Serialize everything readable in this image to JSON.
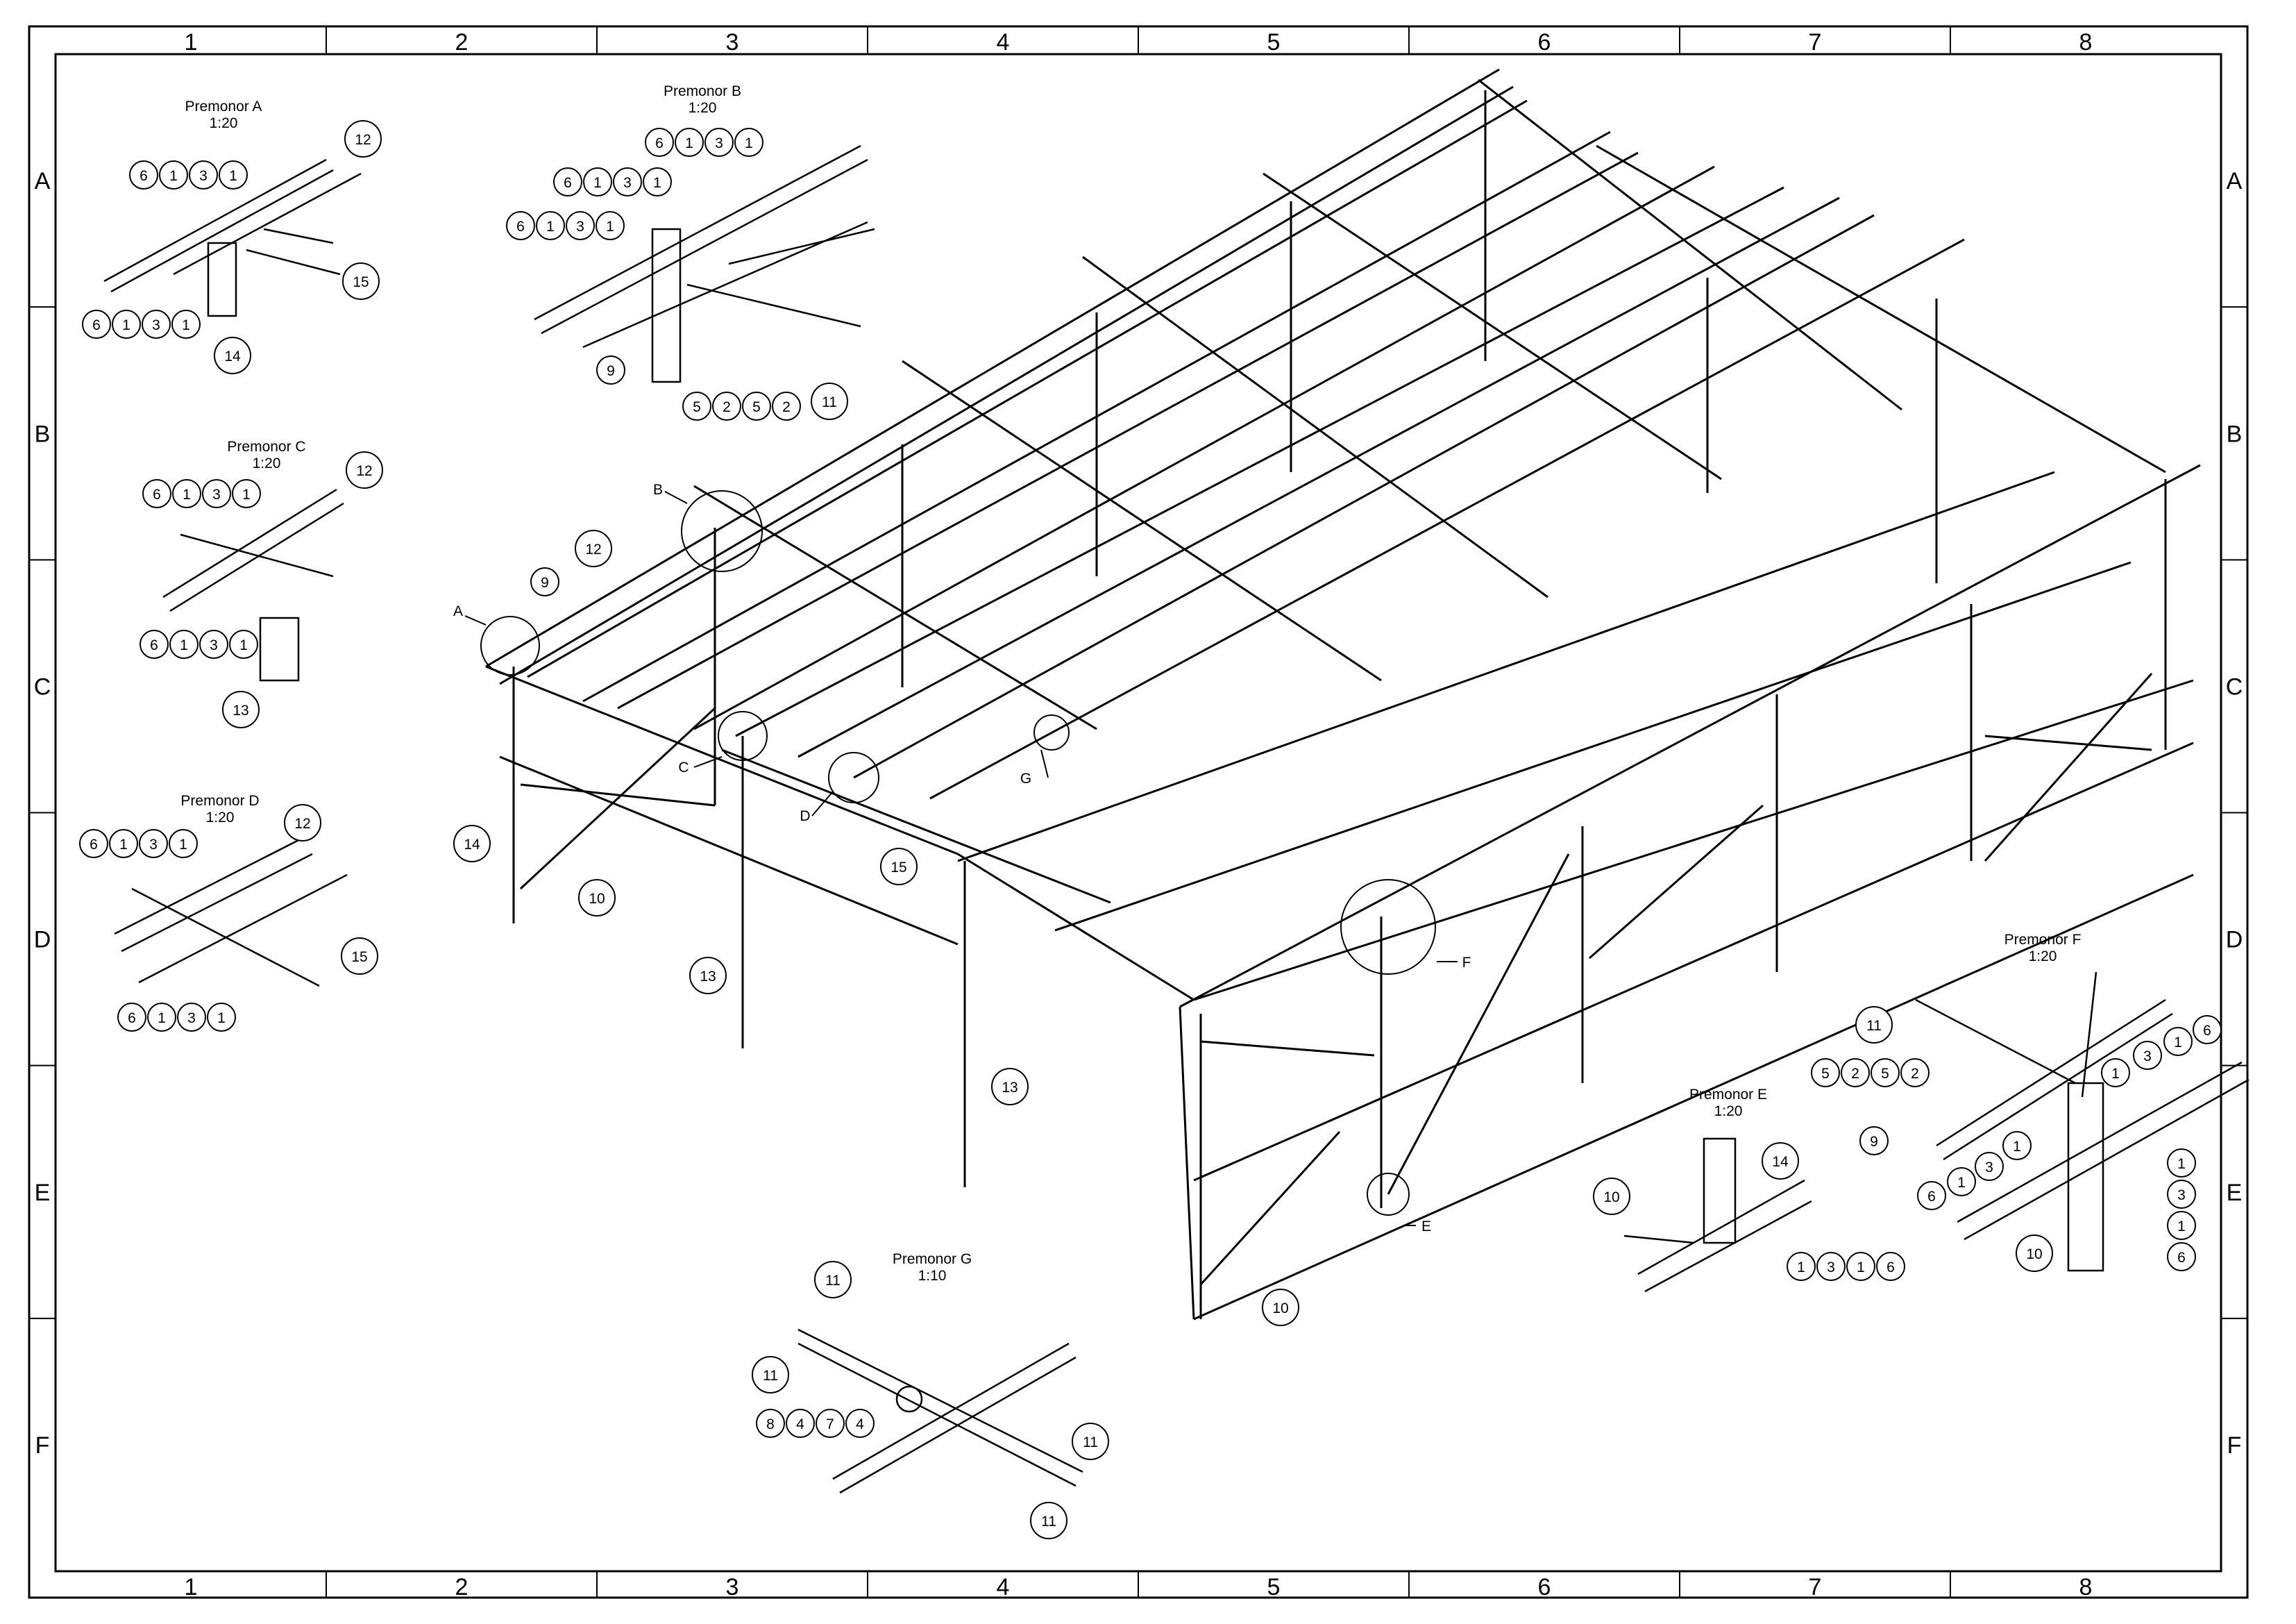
{
  "sheet": {
    "columns": [
      "1",
      "2",
      "3",
      "4",
      "5",
      "6",
      "7",
      "8"
    ],
    "rows": [
      "A",
      "B",
      "C",
      "D",
      "E",
      "F"
    ]
  },
  "details": [
    {
      "id": "A",
      "title": "Premonor A",
      "scale": "1:20"
    },
    {
      "id": "B",
      "title": "Premonor B",
      "scale": "1:20"
    },
    {
      "id": "C",
      "title": "Premonor C",
      "scale": "1:20"
    },
    {
      "id": "D",
      "title": "Premonor D",
      "scale": "1:20"
    },
    {
      "id": "E",
      "title": "Premonor E",
      "scale": "1:20"
    },
    {
      "id": "F",
      "title": "Premonor F",
      "scale": "1:20"
    },
    {
      "id": "G",
      "title": "Premonor G",
      "scale": "1:10"
    }
  ],
  "balloons": [
    {
      "detail": "A",
      "label": "6"
    },
    {
      "detail": "A",
      "label": "1"
    },
    {
      "detail": "A",
      "label": "3"
    },
    {
      "detail": "A",
      "label": "1"
    },
    {
      "detail": "A",
      "label": "12"
    },
    {
      "detail": "A",
      "label": "15"
    },
    {
      "detail": "A",
      "label": "6"
    },
    {
      "detail": "A",
      "label": "1"
    },
    {
      "detail": "A",
      "label": "3"
    },
    {
      "detail": "A",
      "label": "1"
    },
    {
      "detail": "A",
      "label": "14"
    },
    {
      "detail": "B",
      "label": "6"
    },
    {
      "detail": "B",
      "label": "1"
    },
    {
      "detail": "B",
      "label": "3"
    },
    {
      "detail": "B",
      "label": "1"
    },
    {
      "detail": "B",
      "label": "6"
    },
    {
      "detail": "B",
      "label": "1"
    },
    {
      "detail": "B",
      "label": "3"
    },
    {
      "detail": "B",
      "label": "1"
    },
    {
      "detail": "B",
      "label": "6"
    },
    {
      "detail": "B",
      "label": "1"
    },
    {
      "detail": "B",
      "label": "3"
    },
    {
      "detail": "B",
      "label": "1"
    },
    {
      "detail": "B",
      "label": "9"
    },
    {
      "detail": "B",
      "label": "5"
    },
    {
      "detail": "B",
      "label": "2"
    },
    {
      "detail": "B",
      "label": "5"
    },
    {
      "detail": "B",
      "label": "2"
    },
    {
      "detail": "B",
      "label": "11"
    },
    {
      "detail": "C",
      "label": "6"
    },
    {
      "detail": "C",
      "label": "1"
    },
    {
      "detail": "C",
      "label": "3"
    },
    {
      "detail": "C",
      "label": "1"
    },
    {
      "detail": "C",
      "label": "12"
    },
    {
      "detail": "C",
      "label": "6"
    },
    {
      "detail": "C",
      "label": "1"
    },
    {
      "detail": "C",
      "label": "3"
    },
    {
      "detail": "C",
      "label": "1"
    },
    {
      "detail": "C",
      "label": "13"
    },
    {
      "detail": "D",
      "label": "6"
    },
    {
      "detail": "D",
      "label": "1"
    },
    {
      "detail": "D",
      "label": "3"
    },
    {
      "detail": "D",
      "label": "1"
    },
    {
      "detail": "D",
      "label": "12"
    },
    {
      "detail": "D",
      "label": "15"
    },
    {
      "detail": "D",
      "label": "6"
    },
    {
      "detail": "D",
      "label": "1"
    },
    {
      "detail": "D",
      "label": "3"
    },
    {
      "detail": "D",
      "label": "1"
    },
    {
      "detail": "main",
      "label": "12"
    },
    {
      "detail": "main",
      "label": "9"
    },
    {
      "detail": "main",
      "label": "14"
    },
    {
      "detail": "main",
      "label": "10"
    },
    {
      "detail": "main",
      "label": "13"
    },
    {
      "detail": "main",
      "label": "15"
    },
    {
      "detail": "main",
      "label": "13"
    },
    {
      "detail": "main",
      "label": "10"
    },
    {
      "detail": "E",
      "label": "14"
    },
    {
      "detail": "E",
      "label": "10"
    },
    {
      "detail": "E",
      "label": "1"
    },
    {
      "detail": "E",
      "label": "3"
    },
    {
      "detail": "E",
      "label": "1"
    },
    {
      "detail": "E",
      "label": "6"
    },
    {
      "detail": "F",
      "label": "11"
    },
    {
      "detail": "F",
      "label": "5"
    },
    {
      "detail": "F",
      "label": "2"
    },
    {
      "detail": "F",
      "label": "5"
    },
    {
      "detail": "F",
      "label": "2"
    },
    {
      "detail": "F",
      "label": "1"
    },
    {
      "detail": "F",
      "label": "3"
    },
    {
      "detail": "F",
      "label": "1"
    },
    {
      "detail": "F",
      "label": "6"
    },
    {
      "detail": "F",
      "label": "9"
    },
    {
      "detail": "F",
      "label": "6"
    },
    {
      "detail": "F",
      "label": "1"
    },
    {
      "detail": "F",
      "label": "3"
    },
    {
      "detail": "F",
      "label": "1"
    },
    {
      "detail": "F",
      "label": "10"
    },
    {
      "detail": "F",
      "label": "1"
    },
    {
      "detail": "F",
      "label": "3"
    },
    {
      "detail": "F",
      "label": "1"
    },
    {
      "detail": "F",
      "label": "6"
    },
    {
      "detail": "G",
      "label": "11"
    },
    {
      "detail": "G",
      "label": "11"
    },
    {
      "detail": "G",
      "label": "8"
    },
    {
      "detail": "G",
      "label": "4"
    },
    {
      "detail": "G",
      "label": "7"
    },
    {
      "detail": "G",
      "label": "4"
    },
    {
      "detail": "G",
      "label": "11"
    },
    {
      "detail": "G",
      "label": "11"
    }
  ],
  "callouts": [
    "A",
    "B",
    "C",
    "D",
    "E",
    "F",
    "G"
  ]
}
